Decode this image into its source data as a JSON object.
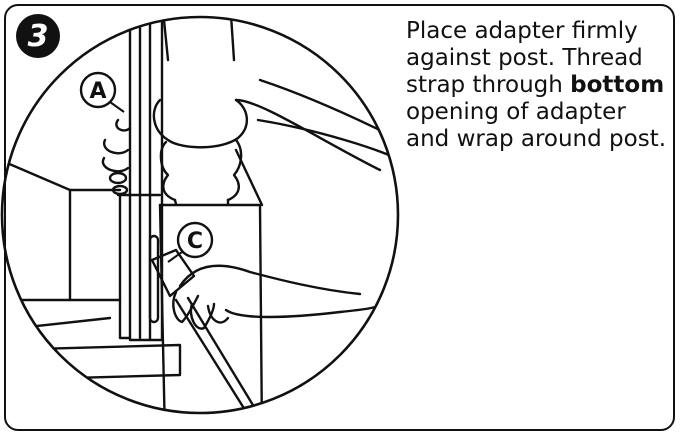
{
  "step": {
    "number": "3"
  },
  "callouts": {
    "a": "A",
    "c": "C"
  },
  "instructions": {
    "part1": "Place adapter firmly against post. Thread strap through ",
    "emphasis": "bottom",
    "part2": " opening of adapter and wrap around post."
  },
  "colors": {
    "ink": "#111111",
    "background": "#ffffff"
  }
}
